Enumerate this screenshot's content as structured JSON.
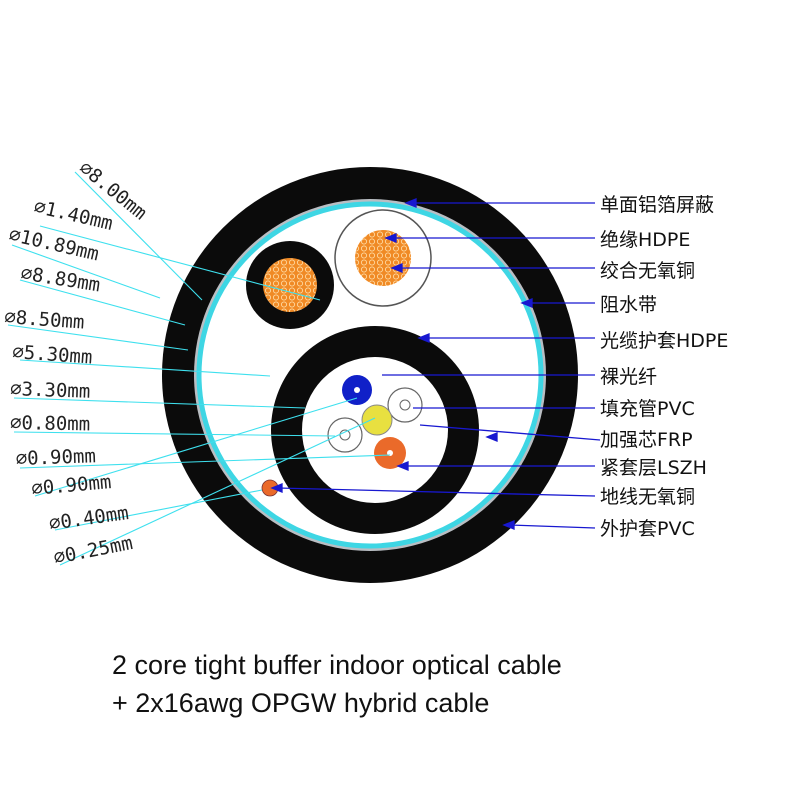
{
  "dimension_labels": [
    "⌀8.00mm",
    "⌀1.40mm",
    "⌀10.89mm",
    "⌀8.89mm",
    "⌀8.50mm",
    "⌀5.30mm",
    "⌀3.30mm",
    "⌀0.80mm",
    "⌀0.90mm",
    "⌀0.90mm",
    "⌀0.40mm",
    "⌀0.25mm"
  ],
  "component_labels": [
    "单面铝箔屏蔽",
    "绝缘HDPE",
    "绞合无氧铜",
    "阻水带",
    "光缆护套HDPE",
    "裸光纤",
    "填充管PVC",
    "加强芯FRP",
    "紧套层LSZH",
    "地线无氧铜",
    "外护套PVC"
  ],
  "caption": {
    "line1": "2 core tight buffer indoor optical cable",
    "line2": "+ 2x16awg OPGW hybrid cable"
  },
  "colors": {
    "jacket": "#0b0b0b",
    "shield": "#b9bec3",
    "water_tape": "#3ed6e4",
    "copper": "#ee8a2a",
    "fiber_blue": "#1020c8",
    "frp_yellow": "#e8e040",
    "leader_cyan": "#3ee0ee",
    "arrow_blue": "#1818d0"
  }
}
